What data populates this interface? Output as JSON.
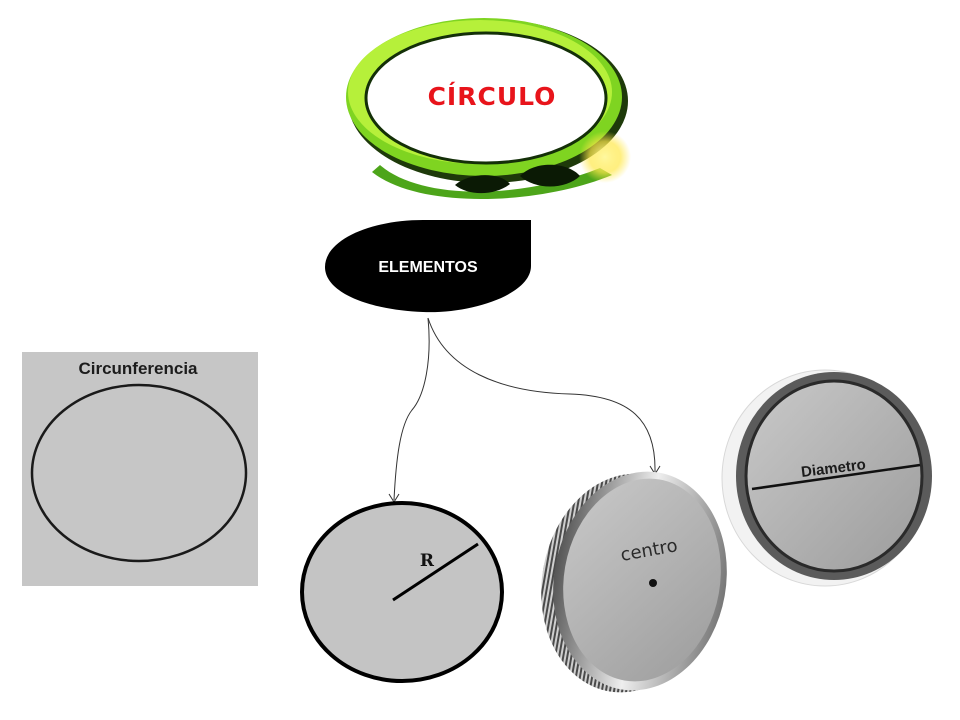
{
  "title": {
    "text": "CÍRCULO"
  },
  "root_node": {
    "label": "ELEMENTOS"
  },
  "nodes": {
    "circunferencia": {
      "label": "Circunferencia"
    },
    "radio": {
      "label": "R"
    },
    "centro": {
      "label": "centro"
    },
    "diametro": {
      "label": "Diametro"
    }
  },
  "colors": {
    "title_red": "#e8141b",
    "ring_green": "#7fd421",
    "ring_dark": "#1e3a0a",
    "node_black": "#000000",
    "panel_gray": "#c6c6c6",
    "coin_gray": "#a9a9a9"
  }
}
